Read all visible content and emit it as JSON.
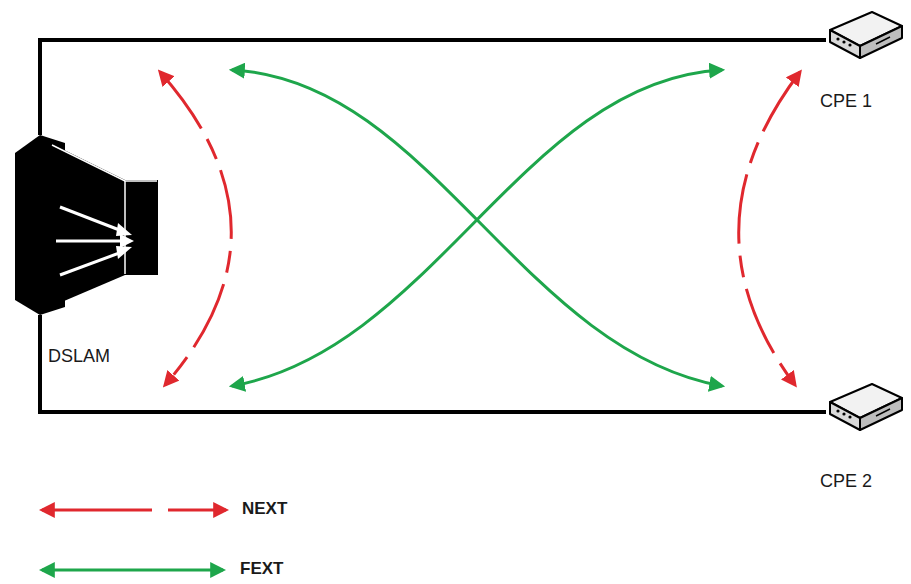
{
  "diagram": {
    "nodes": [
      {
        "text": [
          "DSLAM"
        ]
      },
      {
        "text": [
          "CPE 1"
        ]
      },
      {
        "text": [
          "CPE 2"
        ]
      }
    ],
    "edges": [
      {
        "from": 0,
        "to": 1,
        "arrow": "none"
      },
      {
        "from": 0,
        "to": 2,
        "arrow": "none"
      }
    ],
    "legend": [
      {
        "text": "NEXT"
      },
      {
        "text": "FEXT"
      }
    ]
  }
}
